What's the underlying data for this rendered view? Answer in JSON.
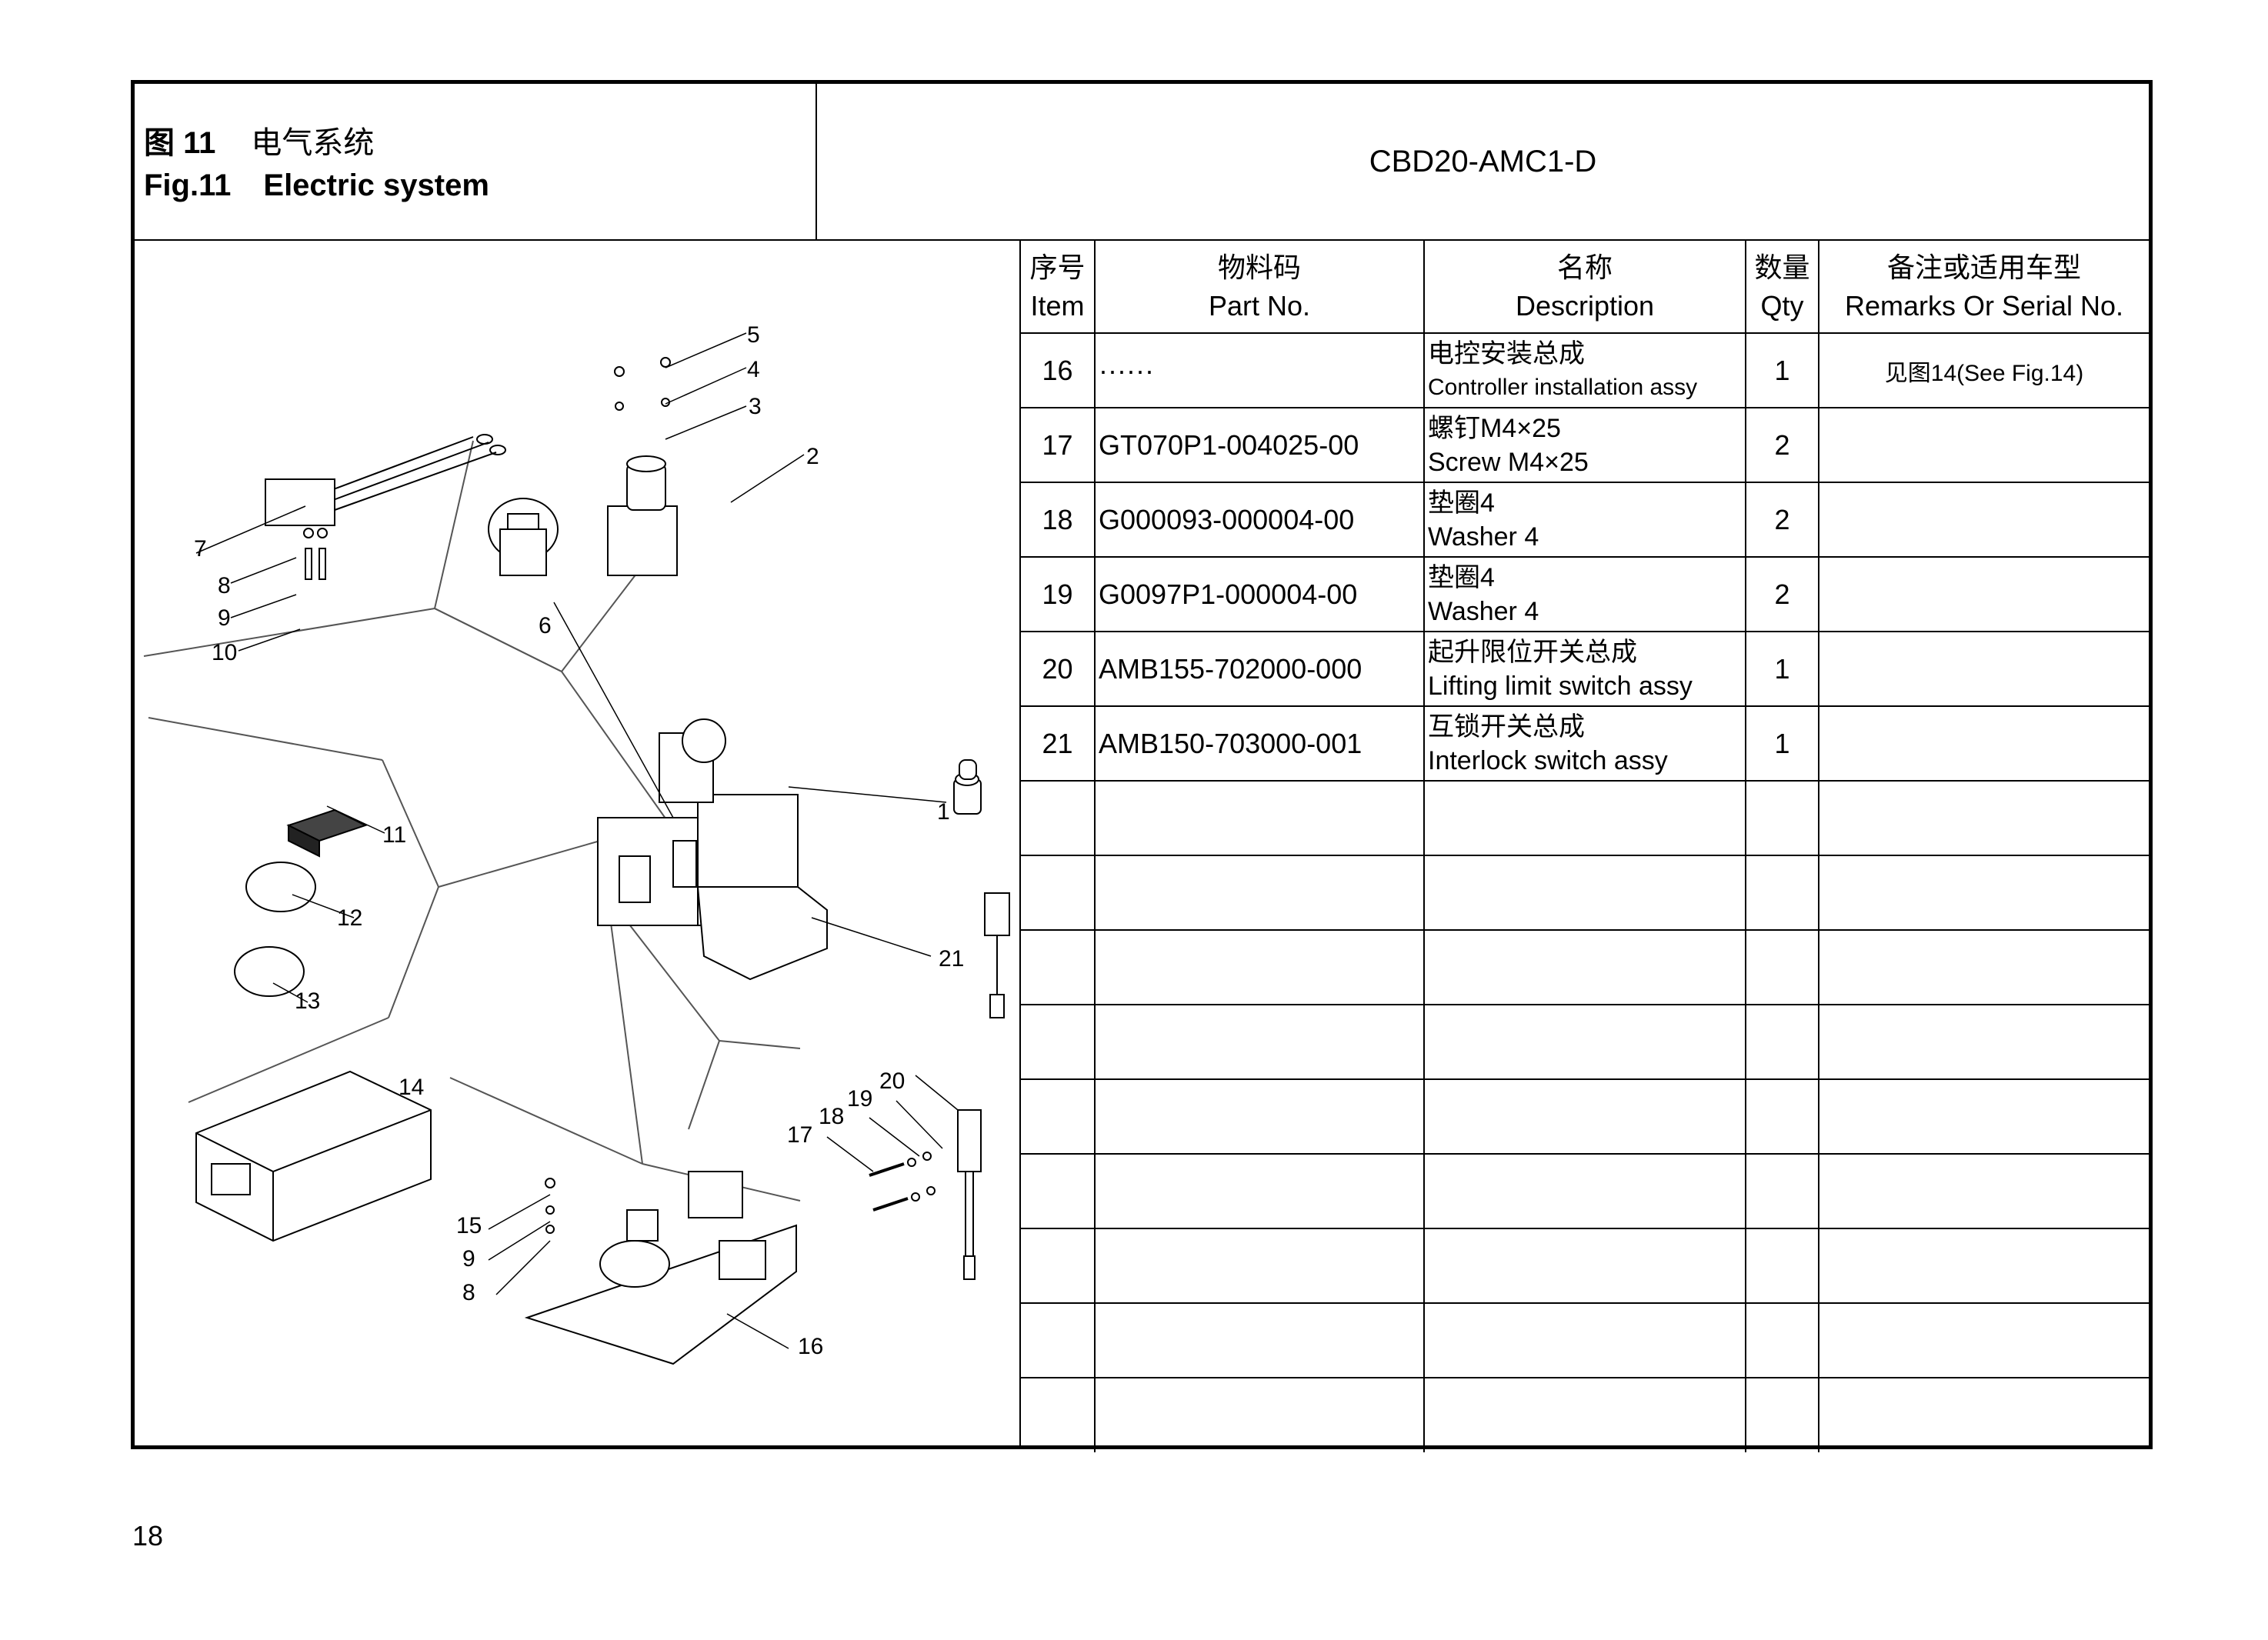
{
  "header": {
    "fig_cn_num": "图 11",
    "fig_cn_title": "电气系统",
    "fig_en_num": "Fig.11",
    "fig_en_title": "Electric system",
    "model": "CBD20-AMC1-D"
  },
  "table": {
    "headers": {
      "item_cn": "序号",
      "item_en": "Item",
      "part_cn": "物料码",
      "part_en": "Part No.",
      "desc_cn": "名称",
      "desc_en": "Description",
      "qty_cn": "数量",
      "qty_en": "Qty",
      "rem_cn": "备注或适用车型",
      "rem_en": "Remarks Or Serial No."
    },
    "rows": [
      {
        "item": "16",
        "part": "······",
        "desc_cn": "电控安装总成",
        "desc_en": "Controller installation assy",
        "qty": "1",
        "remarks": "见图14(See Fig.14)"
      },
      {
        "item": "17",
        "part": "GT070P1-004025-00",
        "desc_cn": "螺钉M4×25",
        "desc_en": "Screw M4×25",
        "qty": "2",
        "remarks": ""
      },
      {
        "item": "18",
        "part": "G000093-000004-00",
        "desc_cn": "垫圈4",
        "desc_en": "Washer 4",
        "qty": "2",
        "remarks": ""
      },
      {
        "item": "19",
        "part": "G0097P1-000004-00",
        "desc_cn": "垫圈4",
        "desc_en": "Washer 4",
        "qty": "2",
        "remarks": ""
      },
      {
        "item": "20",
        "part": "AMB155-702000-000",
        "desc_cn": "起升限位开关总成",
        "desc_en": "Lifting limit switch assy",
        "qty": "1",
        "remarks": ""
      },
      {
        "item": "21",
        "part": "AMB150-703000-001",
        "desc_cn": "互锁开关总成",
        "desc_en": "Interlock switch assy",
        "qty": "1",
        "remarks": ""
      }
    ],
    "empty_rows": 9
  },
  "diagram": {
    "callouts": [
      "1",
      "2",
      "3",
      "4",
      "5",
      "6",
      "7",
      "8",
      "9",
      "10",
      "11",
      "12",
      "13",
      "14",
      "15",
      "9",
      "8",
      "16",
      "17",
      "18",
      "19",
      "20",
      "21"
    ]
  },
  "page_number": "18"
}
